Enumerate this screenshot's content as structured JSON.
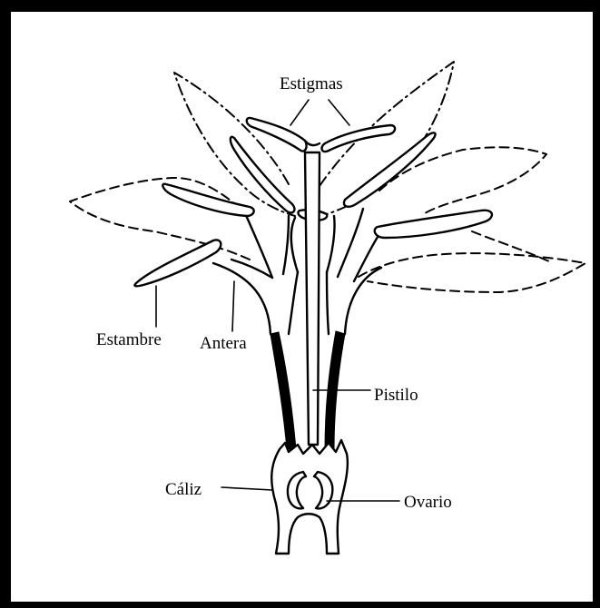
{
  "diagram": {
    "labels": {
      "estigmas": "Estigmas",
      "estambre": "Estambre",
      "antera": "Antera",
      "pistilo": "Pistilo",
      "caliz": "Cáliz",
      "ovario": "Ovario"
    }
  }
}
